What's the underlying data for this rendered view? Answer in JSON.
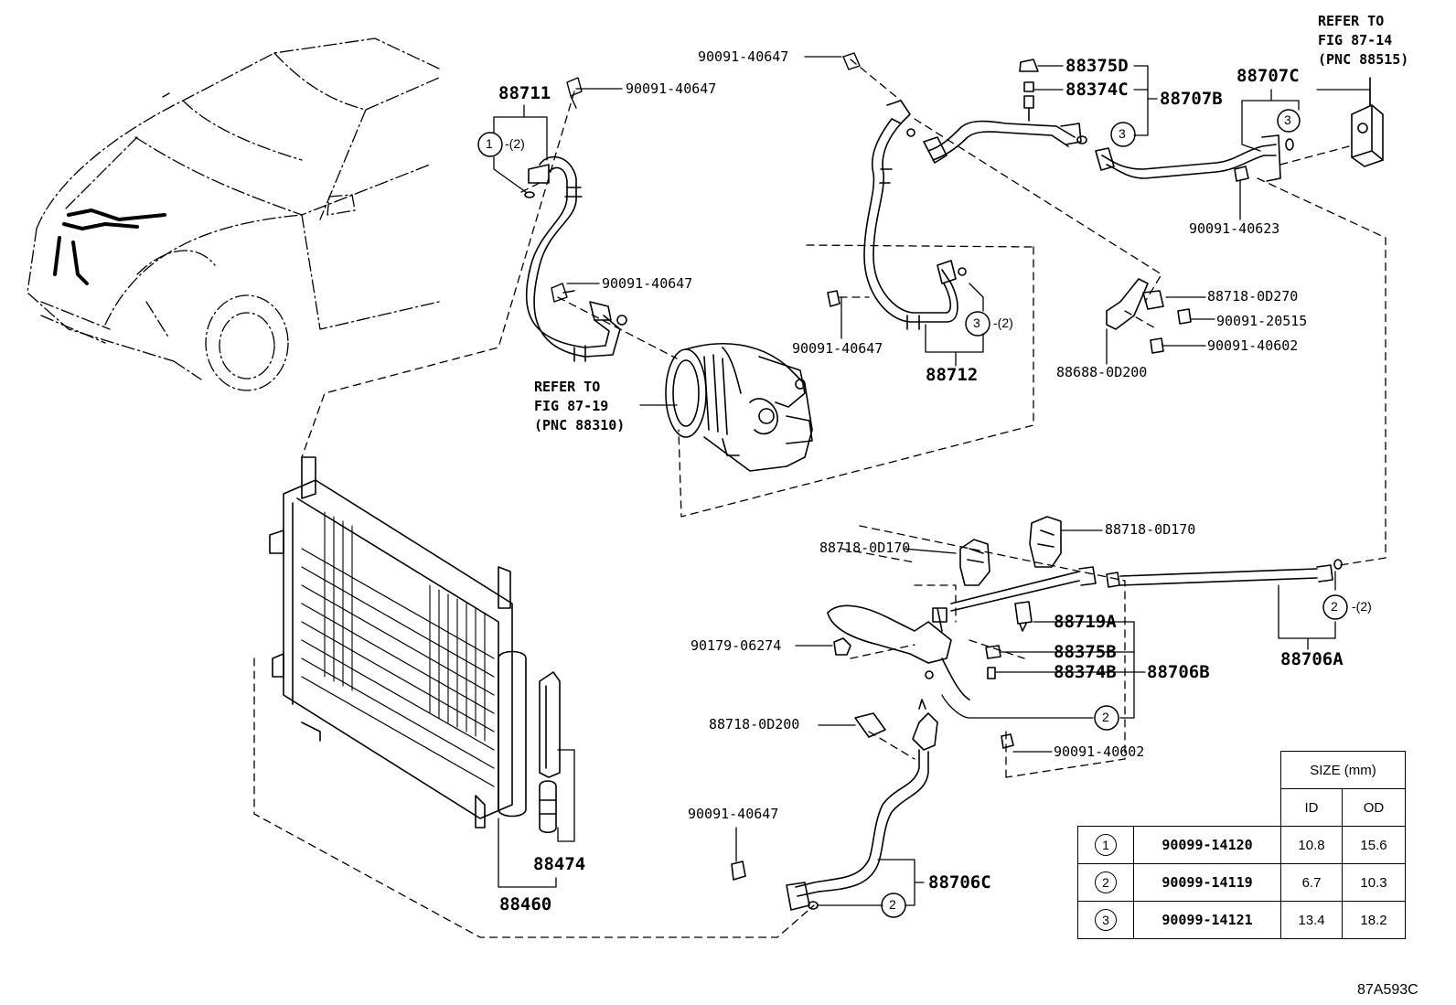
{
  "diagram_code": "87A593C",
  "refs": {
    "fig_87_14": [
      "REFER TO",
      "FIG 87-14",
      "(PNC 88515)"
    ],
    "fig_87_19": [
      "REFER TO",
      "FIG 87-19",
      "(PNC 88310)"
    ]
  },
  "parts": {
    "p88711": "88711",
    "p90091_40647_a": "90091-40647",
    "p90091_40647_b": "90091-40647",
    "p90091_40647_c": "90091-40647",
    "p90091_40647_d": "90091-40647",
    "p90091_40647_e": "90091-40647",
    "p88375D": "88375D",
    "p88374C": "88374C",
    "p88707B": "88707B",
    "p88707C": "88707C",
    "p90091_40623": "90091-40623",
    "p88712": "88712",
    "p88718_0D270": "88718-0D270",
    "p90091_20515": "90091-20515",
    "p90091_40602_a": "90091-40602",
    "p88688_0D200": "88688-0D200",
    "p88718_0D170_a": "88718-0D170",
    "p88718_0D170_b": "88718-0D170",
    "p88719A": "88719A",
    "p88375B": "88375B",
    "p88374B": "88374B",
    "p88706B": "88706B",
    "p88706A": "88706A",
    "p90179_06274": "90179-06274",
    "p88718_0D200": "88718-0D200",
    "p90091_40602_b": "90091-40602",
    "p88706C": "88706C",
    "p88474": "88474",
    "p88460": "88460"
  },
  "callouts": {
    "c1_qty": "-(2)",
    "c3_qty": "-(2)",
    "c2_qty": "-(2)",
    "n1": "1",
    "n2": "2",
    "n3": "3"
  },
  "size_table": {
    "title": "SIZE (mm)",
    "headers": [
      "ID",
      "OD"
    ],
    "rows": [
      {
        "ref": "1",
        "part": "90099-14120",
        "id": "10.8",
        "od": "15.6"
      },
      {
        "ref": "2",
        "part": "90099-14119",
        "id": "6.7",
        "od": "10.3"
      },
      {
        "ref": "3",
        "part": "90099-14121",
        "id": "13.4",
        "od": "18.2"
      }
    ]
  }
}
